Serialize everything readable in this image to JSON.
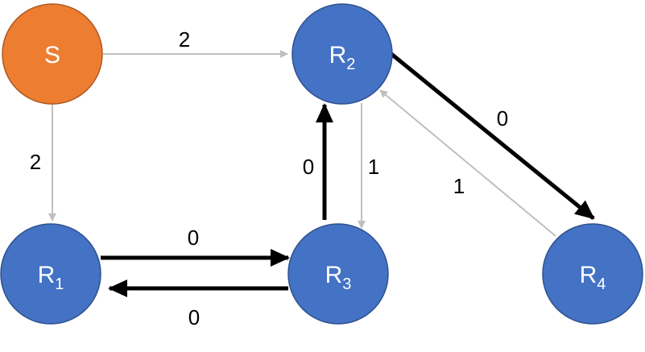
{
  "colors": {
    "source_fill": "#ED7D31",
    "node_fill": "#4472C4",
    "node_stroke": "#2F528F",
    "light_edge": "#BFBFBF",
    "bold_edge": "#000000"
  },
  "nodes": [
    {
      "id": "S",
      "label": "S",
      "sub": ""
    },
    {
      "id": "R2",
      "label": "R",
      "sub": "2"
    },
    {
      "id": "R1",
      "label": "R",
      "sub": "1"
    },
    {
      "id": "R3",
      "label": "R",
      "sub": "3"
    },
    {
      "id": "R4",
      "label": "R",
      "sub": "4"
    }
  ],
  "edges": [
    {
      "from": "S",
      "to": "R2",
      "weight": "2",
      "style": "light"
    },
    {
      "from": "S",
      "to": "R1",
      "weight": "2",
      "style": "light"
    },
    {
      "from": "R2",
      "to": "R4",
      "weight": "0",
      "style": "bold"
    },
    {
      "from": "R3",
      "to": "R2",
      "weight": "0",
      "style": "bold"
    },
    {
      "from": "R2",
      "to": "R3",
      "weight": "1",
      "style": "light"
    },
    {
      "from": "R4",
      "to": "R2",
      "weight": "1",
      "style": "light"
    },
    {
      "from": "R1",
      "to": "R3",
      "weight": "0",
      "style": "bold"
    },
    {
      "from": "R3",
      "to": "R1",
      "weight": "0",
      "style": "bold"
    }
  ]
}
